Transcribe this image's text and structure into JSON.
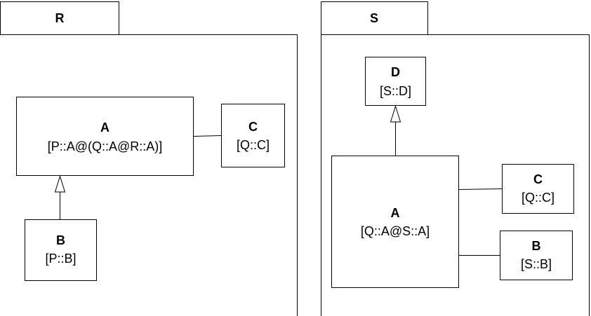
{
  "packages": {
    "R": {
      "name": "R",
      "classes": {
        "A": {
          "name": "A",
          "qualifier": "[P::A@(Q::A@R::A)]"
        },
        "B": {
          "name": "B",
          "qualifier": "[P::B]"
        },
        "C": {
          "name": "C",
          "qualifier": "[Q::C]"
        }
      },
      "relations": [
        {
          "type": "association",
          "from": "A",
          "to": "C"
        },
        {
          "type": "generalization",
          "from": "B",
          "to": "A"
        }
      ]
    },
    "S": {
      "name": "S",
      "classes": {
        "D": {
          "name": "D",
          "qualifier": "[S::D]"
        },
        "A": {
          "name": "A",
          "qualifier": "[Q::A@S::A]"
        },
        "C": {
          "name": "C",
          "qualifier": "[Q::C]"
        },
        "B": {
          "name": "B",
          "qualifier": "[S::B]"
        }
      },
      "relations": [
        {
          "type": "generalization",
          "from": "A",
          "to": "D"
        },
        {
          "type": "association",
          "from": "A",
          "to": "C"
        },
        {
          "type": "association",
          "from": "A",
          "to": "B"
        }
      ]
    }
  }
}
